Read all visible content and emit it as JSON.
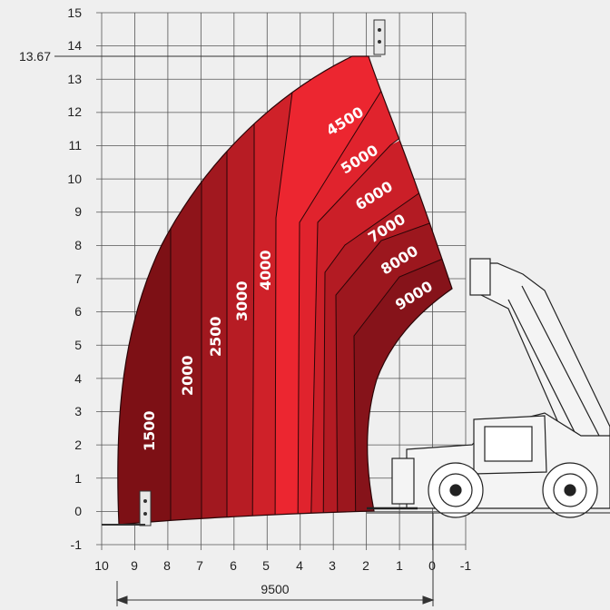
{
  "chart_data": {
    "type": "load-chart",
    "x_ticks": [
      "10",
      "9",
      "8",
      "7",
      "6",
      "5",
      "4",
      "3",
      "2",
      "1",
      "0",
      "-1"
    ],
    "y_ticks": [
      "15",
      "14",
      "13",
      "12",
      "11",
      "10",
      "9",
      "8",
      "7",
      "6",
      "5",
      "4",
      "3",
      "2",
      "1",
      "0",
      "-1"
    ],
    "xlim": [
      10,
      -1
    ],
    "ylim": [
      -1,
      15
    ],
    "grid": true,
    "max_height_value": "13.67",
    "reach_dimension": "9500",
    "vertical_zones": [
      "1500",
      "2000",
      "2500",
      "3000",
      "4000"
    ],
    "diagonal_zones": [
      "4500",
      "5000",
      "6000",
      "7000",
      "8000",
      "9000"
    ],
    "colors": {
      "c1500": "#7d1015",
      "c2000": "#8e141a",
      "c2500": "#a1181f",
      "c3000": "#b71c24",
      "c4000": "#cf2129",
      "c4500": "#ec2630",
      "c5000": "#e0232d",
      "c6000": "#cb1f28",
      "c7000": "#b31b23",
      "c8000": "#9c171e",
      "c9000": "#86131a"
    }
  }
}
